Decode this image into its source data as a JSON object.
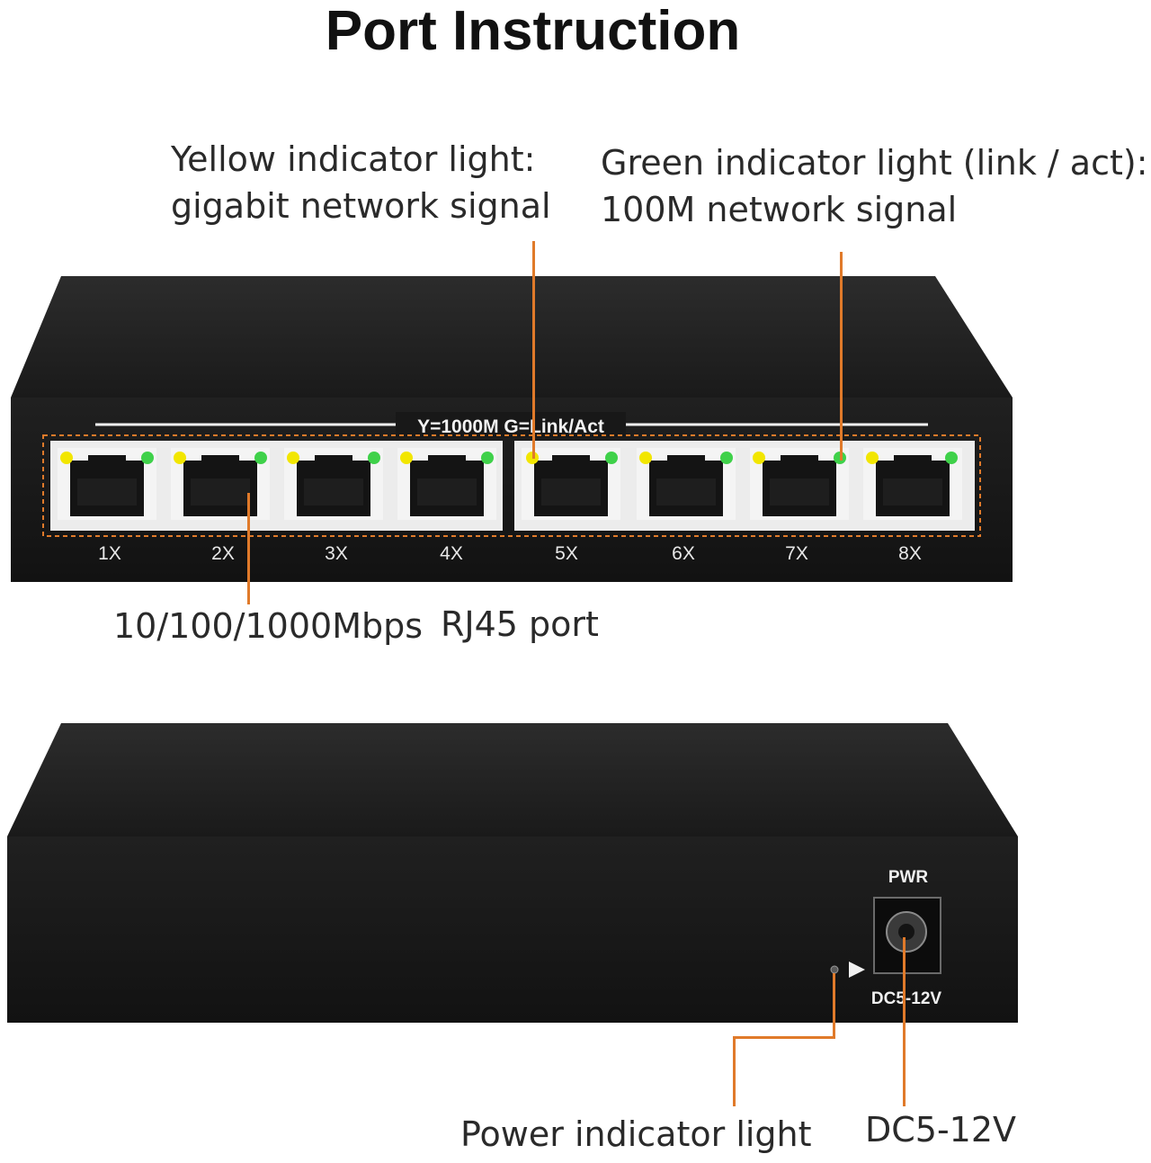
{
  "title": "Port Instruction",
  "callouts": {
    "yellow_line1": "Yellow indicator light:",
    "yellow_line2": "gigabit network signal",
    "green_line1": "Green indicator light (link / act):",
    "green_line2": "100M network signal",
    "speed": "10/100/1000Mbps",
    "rj45": "RJ45 port",
    "power_light": "Power indicator light",
    "dc": "DC5-12V"
  },
  "front_panel": {
    "strip_label": "Y=1000M  G=Link/Act",
    "ports": [
      "1X",
      "2X",
      "3X",
      "4X",
      "5X",
      "6X",
      "7X",
      "8X"
    ]
  },
  "rear_panel": {
    "pwr_label": "PWR",
    "dc_label": "DC5-12V"
  },
  "colors": {
    "leader": "#e07a2a",
    "yellow_led": "#f2e600",
    "green_led": "#3fd14a",
    "chassis": "#1c1c1c"
  }
}
